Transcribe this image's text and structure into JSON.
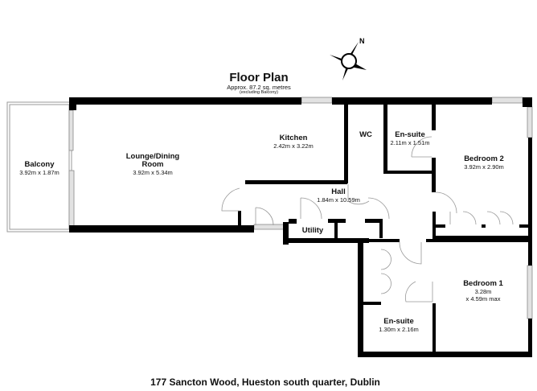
{
  "header": {
    "title": "Floor Plan",
    "area": "Approx. 87.2 sq. metres",
    "note": "(excluding Balcony)"
  },
  "compass": {
    "label": "N",
    "icon": "compass-rose-icon"
  },
  "rooms": [
    {
      "name": "Balcony",
      "dim": "3.92m x 1.87m"
    },
    {
      "name": "Lounge/Dining",
      "name2": "Room",
      "dim": "3.92m x 5.34m"
    },
    {
      "name": "Kitchen",
      "dim": "2.42m x 3.22m"
    },
    {
      "name": "WC",
      "dim": ""
    },
    {
      "name": "En-suite",
      "dim": "2.11m x 1.51m"
    },
    {
      "name": "Bedroom 2",
      "dim": "3.92m x 2.90m"
    },
    {
      "name": "Hall",
      "dim": "1.84m x 10.59m"
    },
    {
      "name": "Utility",
      "dim": ""
    },
    {
      "name": "Bedroom 1",
      "dim": "3.28m",
      "dim2": "x 4.59m max"
    },
    {
      "name": "En-suite",
      "dim": "1.30m x 2.16m"
    }
  ],
  "footer": {
    "address": "177 Sancton Wood, Hueston south quarter, Dublin"
  },
  "colors": {
    "wall": "#000000",
    "window": "#d9d9d9",
    "door_line": "#999999",
    "background": "#ffffff"
  }
}
